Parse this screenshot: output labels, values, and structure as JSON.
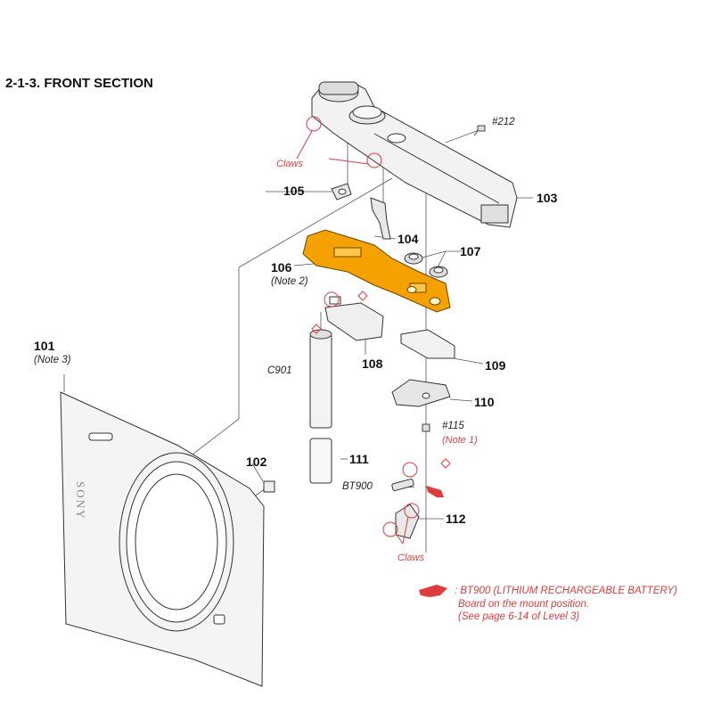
{
  "title": "2-1-3. FRONT SECTION",
  "parts": {
    "p101": "101",
    "p102": "102",
    "p103": "103",
    "p104": "104",
    "p105": "105",
    "p106": "106",
    "p107": "107",
    "p108": "108",
    "p109": "109",
    "p110": "110",
    "p111": "111",
    "p112": "112"
  },
  "notes": {
    "note3": "(Note 3)",
    "note2": "(Note 2)",
    "note1": "(Note 1)",
    "screw212": "#212",
    "screw115": "#115",
    "c901": "C901",
    "bt900": "BT900",
    "claws_top": "Claws",
    "claws_bottom": "Claws",
    "cover_brand": "SONY"
  },
  "legend": {
    "line1": ": BT900 (LITHIUM RECHARGEABLE BATTERY)",
    "line2": "Board on the mount position.",
    "line3": "(See page 6-14 of Level 3)"
  },
  "colors": {
    "highlight_board": "#f5a100",
    "note_red": "#e23b3b",
    "line": "#333333"
  }
}
